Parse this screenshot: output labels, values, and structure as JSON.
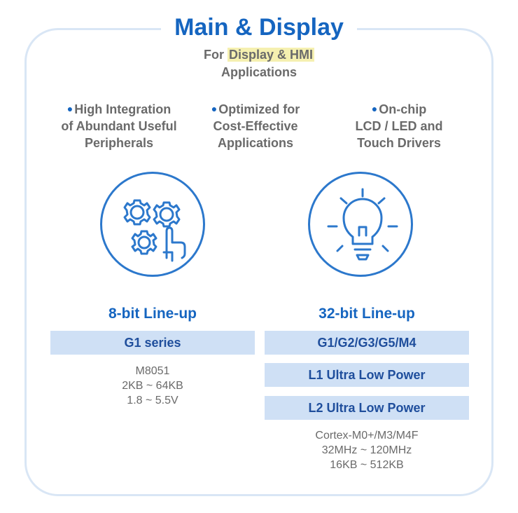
{
  "title": "Main & Display",
  "subtitle": {
    "prefix": "For ",
    "highlight": "Display & HMI",
    "line2": "Applications"
  },
  "features": [
    {
      "line1": "High Integration",
      "line2": "of Abundant Useful",
      "line3": "Peripherals"
    },
    {
      "line1": "Optimized for",
      "line2": "Cost-Effective",
      "line3": "Applications"
    },
    {
      "line1": "On-chip",
      "line2": "LCD / LED and",
      "line3": "Touch  Drivers"
    }
  ],
  "icons": {
    "left": "gears-touch-icon",
    "right": "light-bulb-icon"
  },
  "left_column": {
    "heading": "8-bit Line-up",
    "bars": [
      "G1 series"
    ],
    "specs": [
      "M8051",
      "2KB ~ 64KB",
      "1.8 ~ 5.5V"
    ]
  },
  "right_column": {
    "heading": "32-bit Line-up",
    "bars": [
      "G1/G2/G3/G5/M4",
      "L1 Ultra Low Power",
      "L2 Ultra Low Power"
    ],
    "specs": [
      "Cortex-M0+/M3/M4F",
      "32MHz ~ 120MHz",
      "16KB ~ 512KB"
    ]
  },
  "colors": {
    "accent": "#1565c0",
    "bar": "#cfe0f5",
    "frame": "#d9e6f5",
    "text": "#6a6a6a",
    "highlight": "#f5f0b0"
  }
}
